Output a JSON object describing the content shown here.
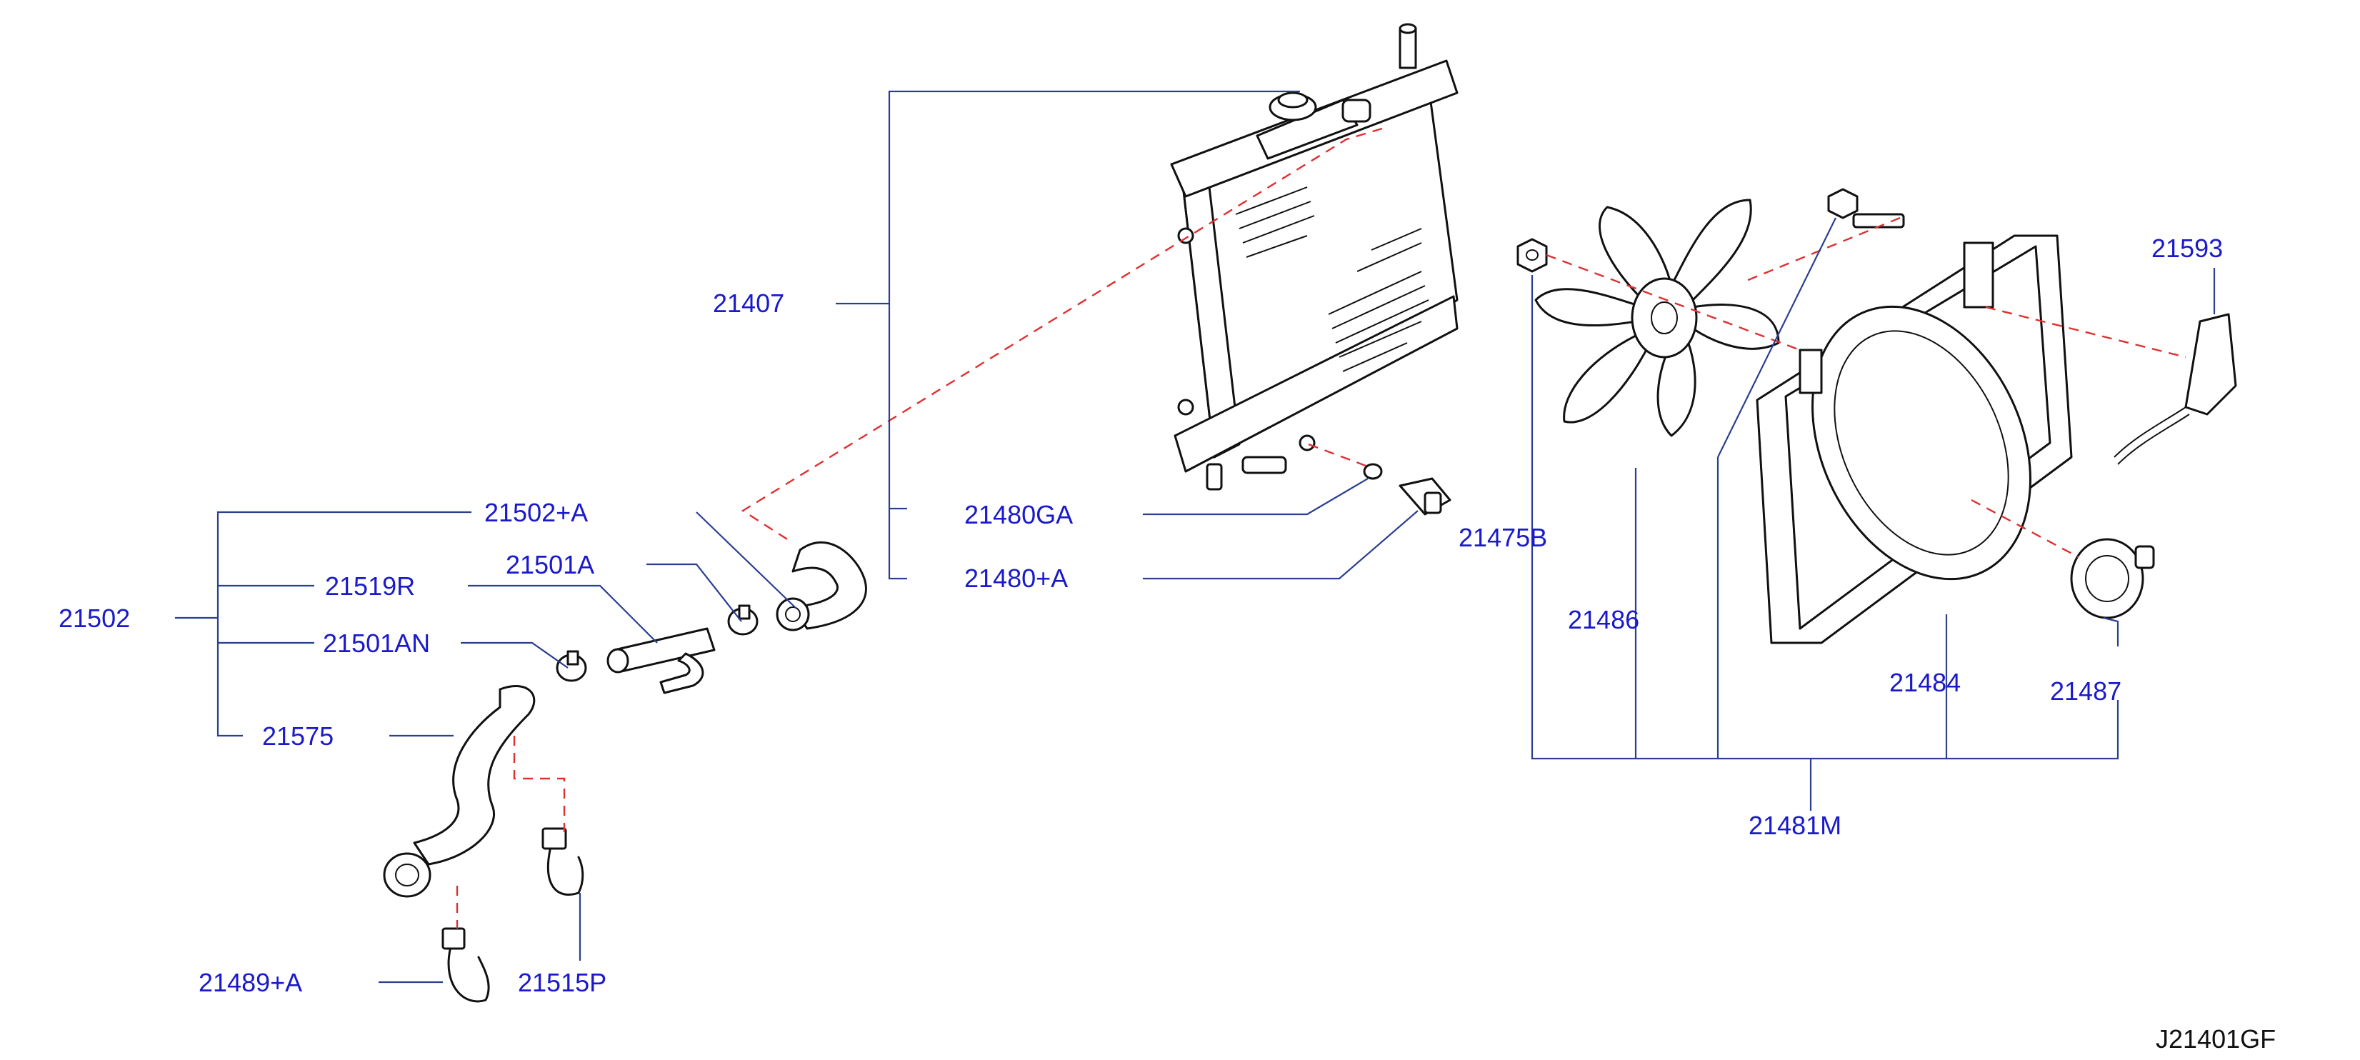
{
  "labels": {
    "p21407": "21407",
    "p21480GA": "21480GA",
    "p21480A": "21480+A",
    "p21475B": "21475B",
    "p21502": "21502",
    "p21502A": "21502+A",
    "p21519R": "21519R",
    "p21501A": "21501A",
    "p21501AN": "21501AN",
    "p21575": "21575",
    "p21489A": "21489+A",
    "p21515P": "21515P",
    "p21486": "21486",
    "p21484": "21484",
    "p21487": "21487",
    "p21593": "21593",
    "p21481M": "21481M"
  },
  "diagram_code": "J21401GF",
  "colors": {
    "label_text": "#1a1acc",
    "leader_line": "#2a3f8f",
    "dashed_guide": "#e03030",
    "part_outline": "#111111"
  }
}
